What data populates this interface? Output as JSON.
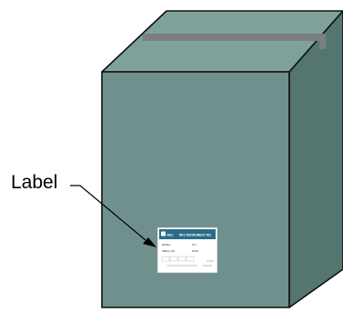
{
  "callout": {
    "text": "Label"
  },
  "shipping_label": {
    "brand": "RKC",
    "company": "RKC INSTRUMENT INC.",
    "fields": [
      {
        "label": "MODEL:",
        "value": ""
      },
      {
        "label": "QTY:",
        "value": ""
      },
      {
        "label": "SERIAL NO.:",
        "value": ""
      },
      {
        "label": "DATE:",
        "value": ""
      }
    ]
  },
  "colors": {
    "box_front": "#6f908c",
    "box_right": "#557571",
    "box_top": "#7fa19c",
    "outline": "#111111",
    "tape": "#7a7f80",
    "label_header": "#2b6b89",
    "label_body": "#ffffff"
  }
}
